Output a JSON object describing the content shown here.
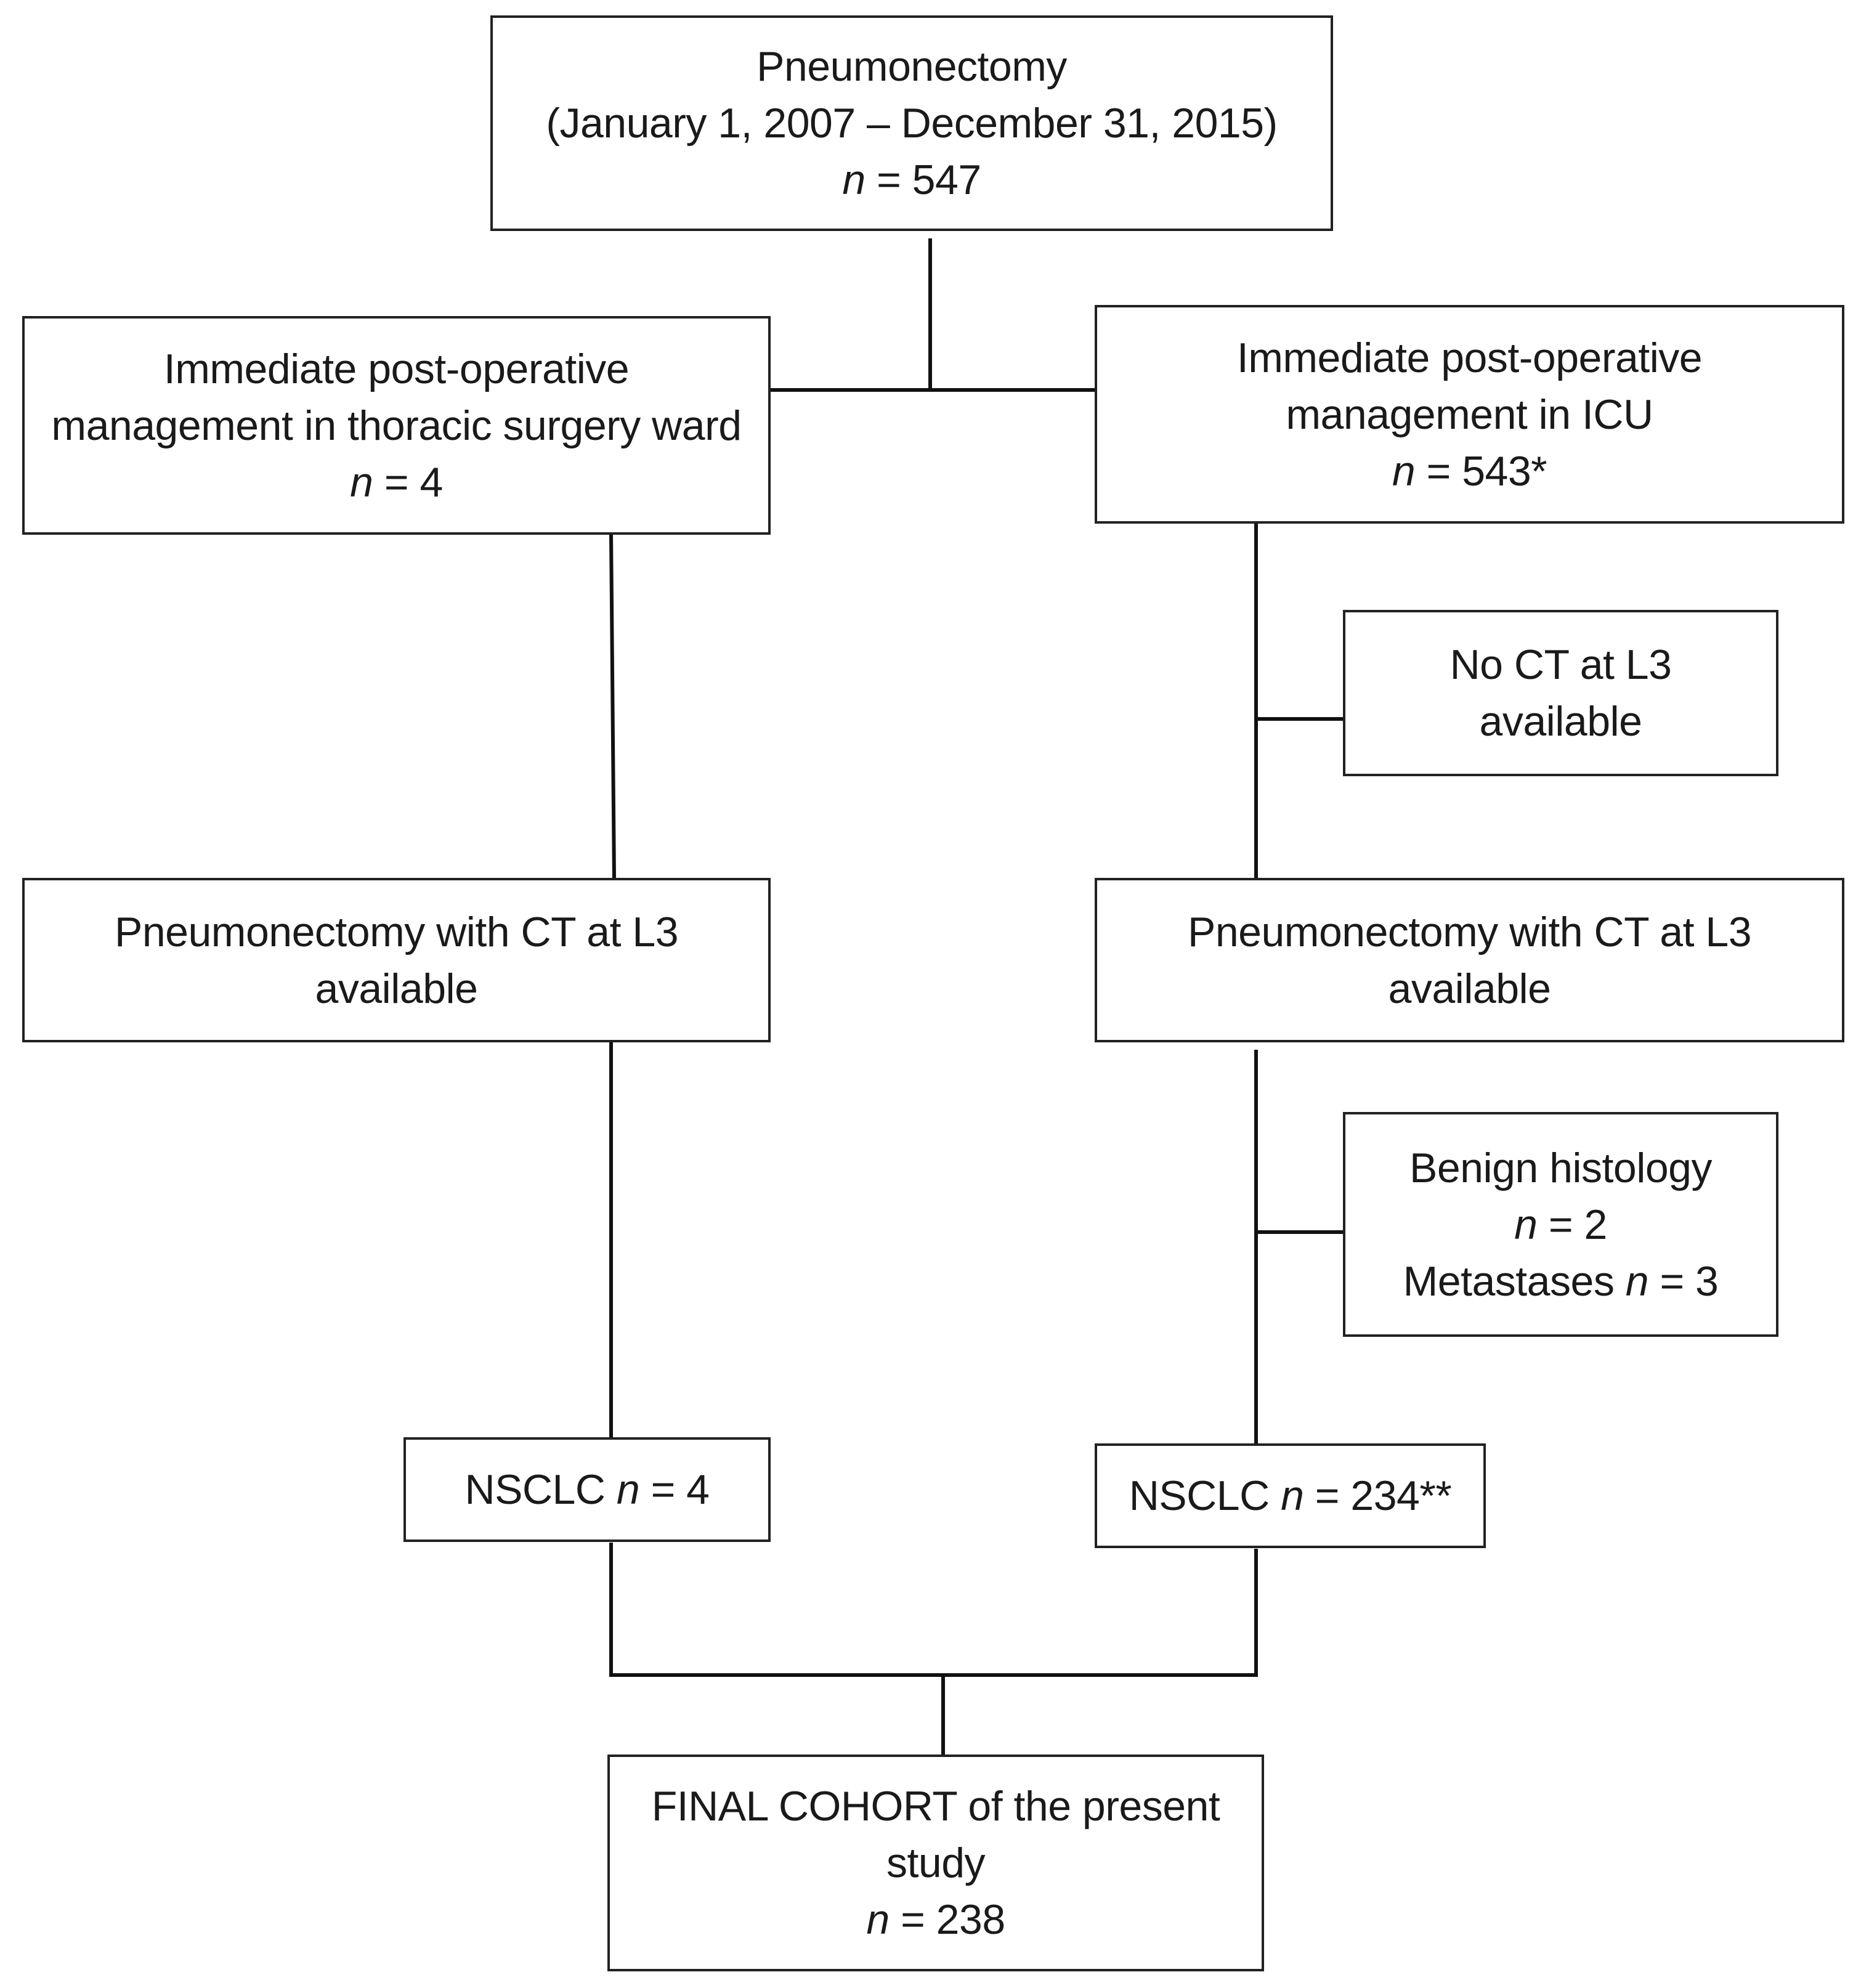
{
  "diagram": {
    "boxes": {
      "start": {
        "line1": "Pneumonectomy",
        "line2": "(January 1, 2007 – December 31, 2015)",
        "n_var": "n",
        "n_rest": " = 547"
      },
      "ward": {
        "line1": "Immediate post-operative",
        "line2": "management in thoracic surgery ward",
        "n_var": "n",
        "n_rest": " = 4"
      },
      "icu": {
        "line1": "Immediate post-operative",
        "line2": "management in ICU",
        "n_var": "n",
        "n_rest": " = 543*"
      },
      "no_ct": {
        "line1": "No CT at L3",
        "line2": "available"
      },
      "left_ct": {
        "line1": "Pneumonectomy with CT at L3",
        "line2": "available"
      },
      "right_ct": {
        "line1": "Pneumonectomy with CT at L3",
        "line2": "available"
      },
      "exclusion": {
        "line1": "Benign histology",
        "n1_var": "n",
        "n1_rest": " = 2",
        "line3_prefix": "Metastases ",
        "n2_var": "n",
        "n2_rest": " = 3"
      },
      "left_nsclc": {
        "prefix": "NSCLC ",
        "n_var": "n",
        "n_rest": " = 4"
      },
      "right_nsclc": {
        "prefix": "NSCLC ",
        "n_var": "n",
        "n_rest": " = 234**"
      },
      "final": {
        "line1": "FINAL COHORT of the present",
        "line2": "study",
        "n_var": "n",
        "n_rest": " = 238"
      }
    }
  }
}
